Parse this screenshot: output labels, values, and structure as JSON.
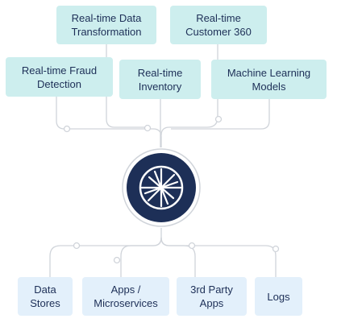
{
  "outputs": [
    {
      "label": "Real-time Data Transformation",
      "lines": [
        "Real-time Data",
        "Transformation"
      ]
    },
    {
      "label": "Real-time Customer 360",
      "lines": [
        "Real-time",
        "Customer 360"
      ]
    },
    {
      "label": "Real-time Fraud Detection",
      "lines": [
        "Real-time Fraud",
        "Detection"
      ]
    },
    {
      "label": "Real-time Inventory",
      "lines": [
        "Real-time",
        "Inventory"
      ]
    },
    {
      "label": "Machine Learning Models",
      "lines": [
        "Machine Learning",
        "Models"
      ]
    }
  ],
  "hub": {
    "icon": "confluent-logo-icon",
    "ring_color": "#1d2f57",
    "mark_color": "#ffffff"
  },
  "sources": [
    {
      "label": "Data Stores",
      "lines": [
        "Data",
        "Stores"
      ]
    },
    {
      "label": "Apps / Microservices",
      "lines": [
        "Apps /",
        "Microservices"
      ]
    },
    {
      "label": "3rd Party Apps",
      "lines": [
        "3rd Party",
        "Apps"
      ]
    },
    {
      "label": "Logs",
      "lines": [
        "Logs"
      ]
    }
  ],
  "colors": {
    "output_box": "#cdeeee",
    "source_box": "#e3f0fb",
    "text": "#1d2f57",
    "connector": "#d0d4da"
  }
}
